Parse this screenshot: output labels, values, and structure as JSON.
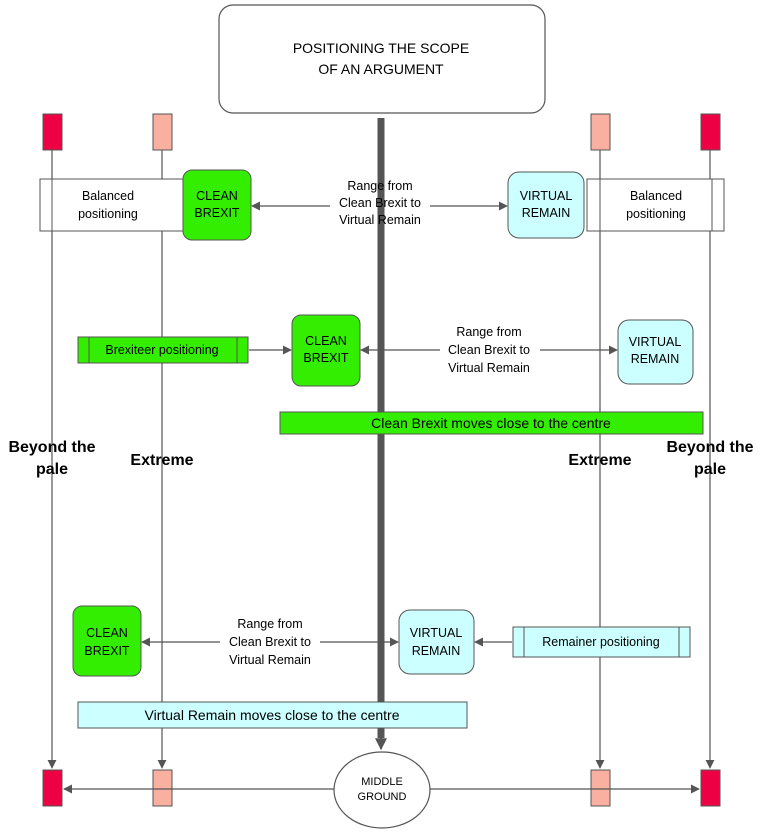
{
  "title": [
    "POSITIONING THE SCOPE",
    "OF AN ARGUMENT"
  ],
  "row1": {
    "left_label": [
      "Balanced",
      "positioning"
    ],
    "clean": [
      "CLEAN",
      "BREXIT"
    ],
    "range": [
      "Range from",
      "Clean Brexit to",
      "Virtual Remain"
    ],
    "virtual": [
      "VIRTUAL",
      "REMAIN"
    ],
    "right_label": [
      "Balanced",
      "positioning"
    ]
  },
  "row2": {
    "label": "Brexiteer positioning",
    "clean": [
      "CLEAN",
      "BREXIT"
    ],
    "range": [
      "Range from",
      "Clean Brexit to",
      "Virtual Remain"
    ],
    "virtual": [
      "VIRTUAL",
      "REMAIN"
    ],
    "banner": "Clean Brexit moves close to the centre"
  },
  "side_labels": {
    "left_outer": [
      "Beyond the",
      "pale"
    ],
    "left_inner": "Extreme",
    "right_inner": "Extreme",
    "right_outer": [
      "Beyond the",
      "pale"
    ]
  },
  "row3": {
    "clean": [
      "CLEAN",
      "BREXIT"
    ],
    "range": [
      "Range from",
      "Clean Brexit to",
      "Virtual Remain"
    ],
    "virtual": [
      "VIRTUAL",
      "REMAIN"
    ],
    "label": "Remainer positioning",
    "banner": "Virtual Remain moves close to the centre"
  },
  "middle": [
    "MIDDLE",
    "GROUND"
  ],
  "colors": {
    "extreme_red": "#ee0044",
    "pink": "#f9b0a0",
    "green": "#33ee00",
    "cyan": "#ccffff",
    "line": "#555555"
  }
}
